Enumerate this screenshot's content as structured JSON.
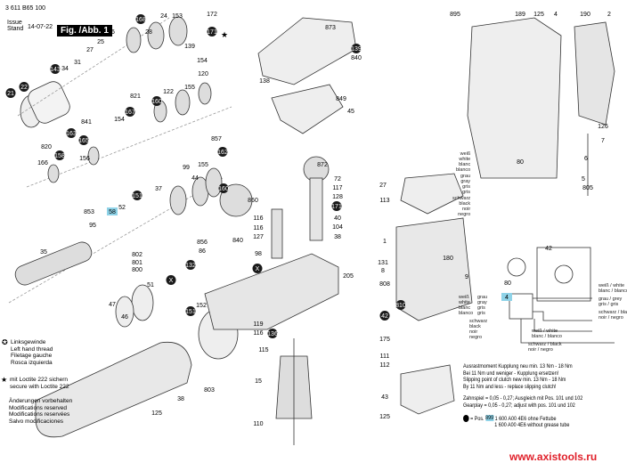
{
  "header": {
    "doc_number": "3 611 B65 100",
    "issue_label_1": "Issue",
    "issue_label_2": "Stand",
    "issue_date": "14-07-22",
    "figure_label": "Fig. /Abb. 1"
  },
  "legend": {
    "left_hand_thread": [
      "Linksgewinde",
      "Left hand thread",
      "Filetage gauche",
      "Rosca izquierda"
    ],
    "loctite": [
      "mit Loctite 222 sichern",
      "secure with Loctite 222"
    ],
    "modifications": [
      "Änderungen vorbehalten",
      "Modifications reserved",
      "Modifications reservées",
      "Salvo modificaciones"
    ]
  },
  "notes": {
    "clutch": [
      "Ausrastmoment Kupplung neu min. 13 Nm - 18 Nm",
      "Bei 11 Nm und weniger - Kupplung ersetzen!",
      "Slipping point of clutch new min. 13 Nm - 18 Nm",
      "By 11 Nm and less - replace slipping clutch!"
    ],
    "gearplay": [
      "Zahnspiel = 0,05 -  0,27;  Ausgleich mit Pos. 101 und 102",
      "Gearplay  = 0,05 -  0,27;  adjust with pos. 101 und 102"
    ],
    "pos_prefix": "= Pos.",
    "pos_number": "899",
    "pos_lines": [
      "1 600 A00 4E6 ohne Fettube",
      "1 600 A00 4E6 without grease tube"
    ]
  },
  "wire_labels": {
    "white_v": "weiß\nwhite\nblanc\nblanco",
    "grey_v": "grau\ngray\ngris\ngris",
    "black_v": "schwarz\nblack\nnoir\nnegro",
    "white_h": "weiß / white\nblanc / blanco",
    "grey_h": "grau / grey\ngris / gris",
    "black_h": "schwarz / black\nnoir / negro"
  },
  "parts": [
    "24",
    "153",
    "168",
    "28",
    "26",
    "25",
    "27",
    "143",
    "31",
    "34",
    "139",
    "154",
    "120",
    "21",
    "22",
    "821",
    "167",
    "160",
    "122",
    "155",
    "154",
    "841",
    "165",
    "163",
    "820",
    "166",
    "158",
    "156",
    "857",
    "162",
    "99",
    "155",
    "44",
    "151",
    "37",
    "160",
    "853",
    "58",
    "52",
    "95",
    "35",
    "802",
    "801",
    "800",
    "51",
    "X",
    "47",
    "46",
    "125",
    "38",
    "172",
    "171",
    "873",
    "139",
    "840",
    "138",
    "849",
    "45",
    "860",
    "116",
    "116",
    "127",
    "840",
    "98",
    "856",
    "86",
    "132",
    "151",
    "152",
    "X",
    "205",
    "872",
    "72",
    "117",
    "128",
    "171",
    "40",
    "104",
    "38",
    "119",
    "116",
    "136",
    "115",
    "15",
    "803",
    "110",
    "27",
    "113",
    "1",
    "131",
    "8",
    "808",
    "180",
    "9",
    "42",
    "810",
    "175",
    "111",
    "112",
    "43",
    "125",
    "895",
    "189",
    "125",
    "4",
    "190",
    "2",
    "126",
    "7",
    "6",
    "5",
    "805",
    "80",
    "42",
    "80",
    "4"
  ],
  "colors": {
    "highlight": "#8fd3e8",
    "watermark": "#e0202a",
    "circle_label": "#1a1a1a"
  },
  "watermark": "www.axistools.ru"
}
